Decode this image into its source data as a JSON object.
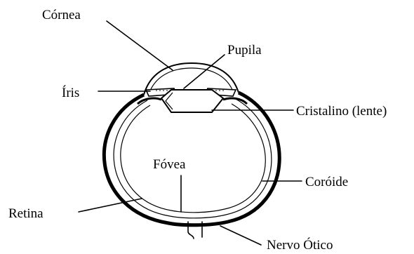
{
  "diagram": {
    "labels": {
      "cornea": "Córnea",
      "pupil": "Pupila",
      "iris": "Íris",
      "lens": "Cristalino (lente)",
      "fovea": "Fóvea",
      "choroid": "Coróide",
      "retina": "Retina",
      "optic_nerve": "Nervo Ótico"
    }
  }
}
